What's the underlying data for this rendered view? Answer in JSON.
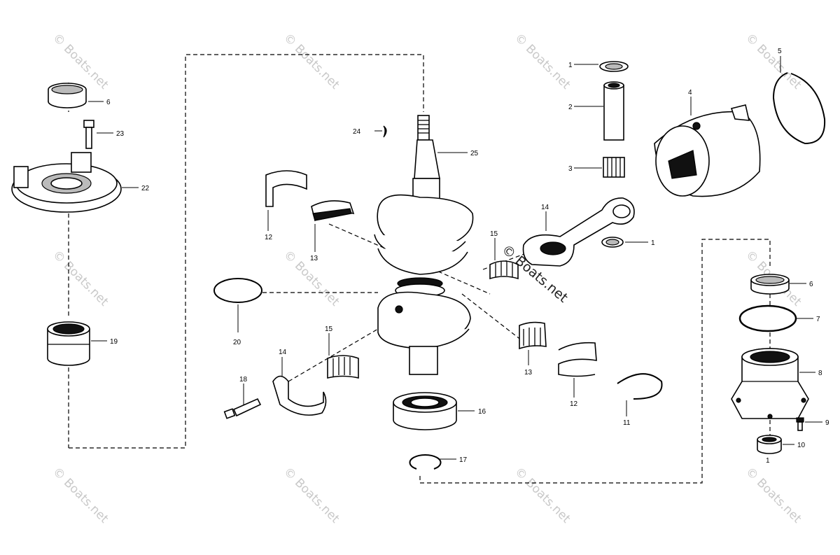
{
  "watermark": {
    "text": "© Boats.net",
    "center_text": "© Boats.net"
  },
  "labels": {
    "p1a": "1",
    "p2": "2",
    "p3": "3",
    "p4": "4",
    "p5": "5",
    "p6a": "6",
    "p6b": "6",
    "p7": "7",
    "p8": "8",
    "p9": "9",
    "p10": "10",
    "p1b": "1",
    "p1c": "1",
    "p11": "11",
    "p12a": "12",
    "p12b": "12",
    "p13a": "13",
    "p13b": "13",
    "p14a": "14",
    "p14b": "14",
    "p15a": "15",
    "p15b": "15",
    "p16": "16",
    "p17": "17",
    "p18": "18",
    "p19": "19",
    "p20": "20",
    "p22": "22",
    "p23": "23",
    "p24": "24",
    "p25": "25"
  }
}
